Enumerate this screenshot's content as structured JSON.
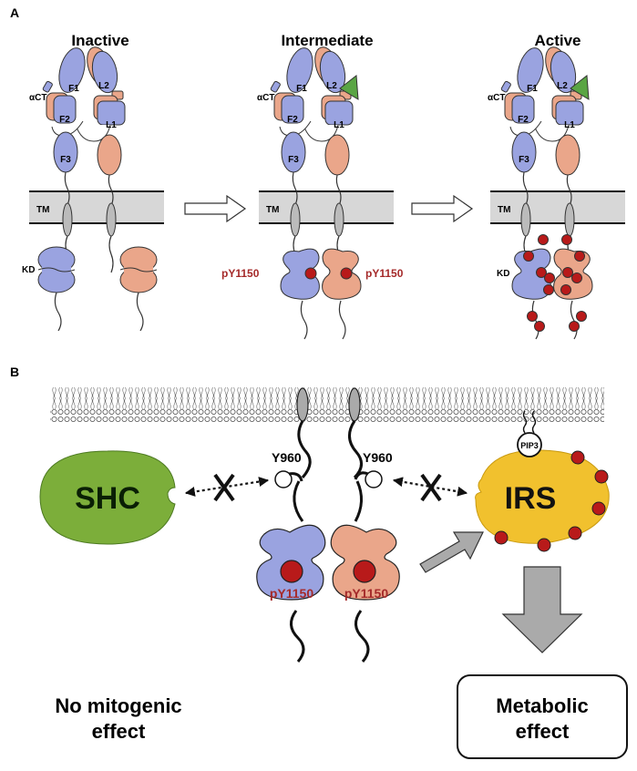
{
  "panel_a": {
    "letter": "A",
    "states": [
      {
        "title": "Inactive"
      },
      {
        "title": "Intermediate"
      },
      {
        "title": "Active"
      }
    ],
    "domains": {
      "f1": "F1",
      "f2": "F2",
      "f3": "F3",
      "l1": "L1",
      "l2": "L2",
      "act": "αCT",
      "tm": "TM",
      "kd": "KD"
    },
    "phospho_label": "pY1150"
  },
  "panel_b": {
    "letter": "B",
    "shc": "SHC",
    "irs": "IRS",
    "pip3": "PIP3",
    "y960": "Y960",
    "phospho_label": "pY1150",
    "left_effect": {
      "line1": "No mitogenic",
      "line2": "effect"
    },
    "right_effect": {
      "line1": "Metabolic",
      "line2": "effect"
    }
  },
  "colors": {
    "blue": "#9aa3e0",
    "salmon": "#eaa68a",
    "phospho": "#b81a1a",
    "phospho_text": "#a52a2a",
    "shc_green": "#7cae3a",
    "irs_yellow": "#f1c12e",
    "membrane": "#d7d7d7",
    "arrow_gray": "#aaaaaa",
    "ligand_green": "#5aa544"
  }
}
